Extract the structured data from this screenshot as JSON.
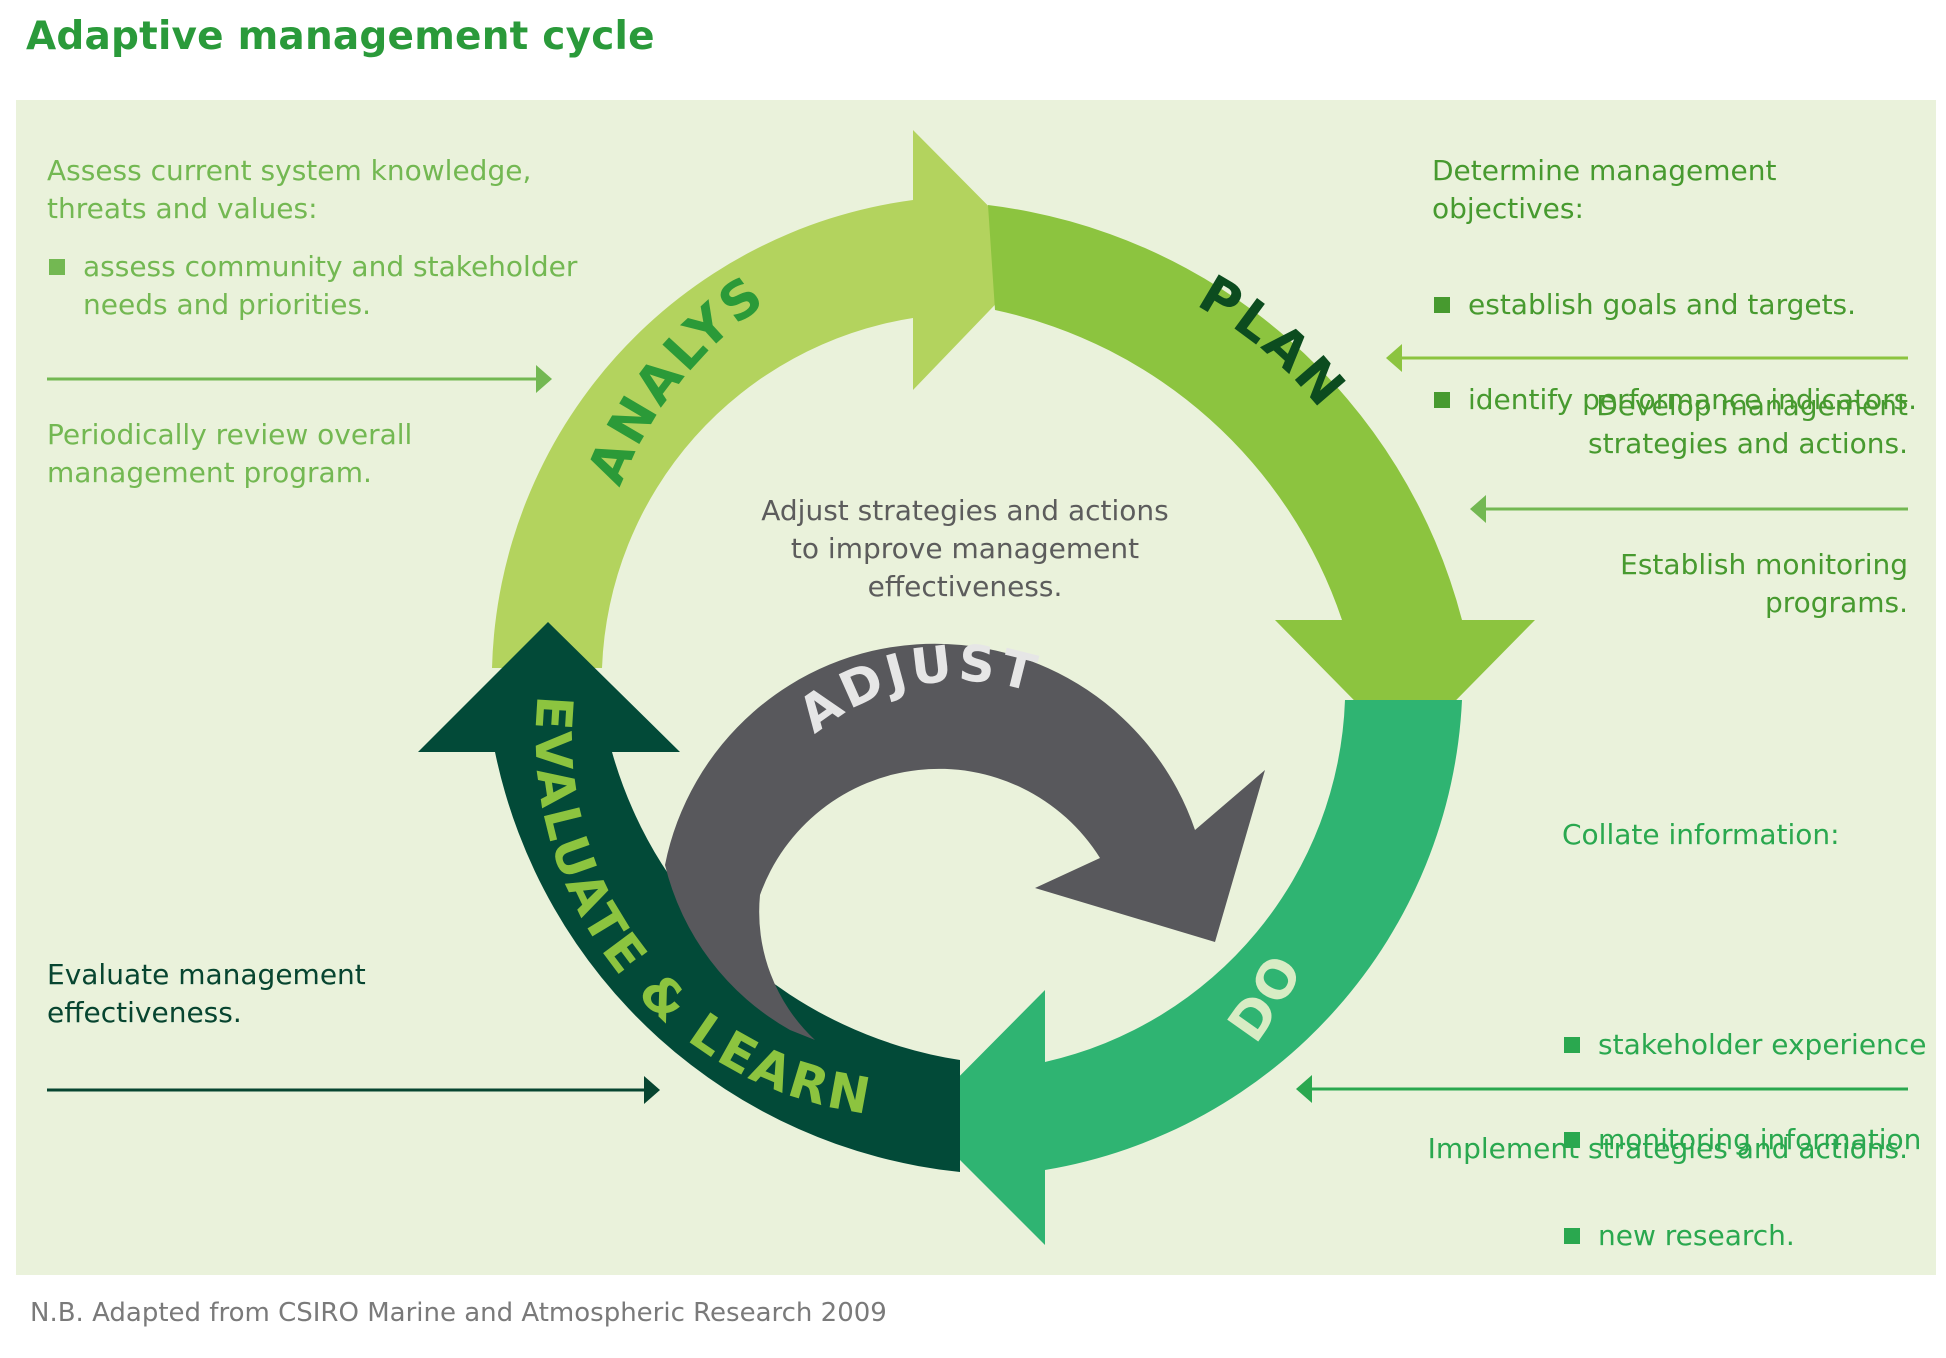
{
  "title": "Adaptive management cycle",
  "footer": "N.B. Adapted from CSIRO Marine and Atmospheric Research 2009",
  "colors": {
    "analyse": "#b3d35e",
    "plan": "#8cc43f",
    "do": "#2fb472",
    "evaluate": "#024a38",
    "adjust": "#58585c",
    "panel": "#eaf2db",
    "title": "#2a9a3a"
  },
  "cycle": {
    "analyse": "ANALYSE",
    "plan": "PLAN",
    "do": "DO",
    "evaluate": "EVALUATE & LEARN",
    "adjust": "ADJUST"
  },
  "center_note": [
    "Adjust strategies and actions",
    "to improve management",
    "effectiveness."
  ],
  "left": {
    "assess_heading": [
      "Assess current system knowledge,",
      "threats and values:"
    ],
    "assess_bullet": [
      "assess community and stakeholder",
      "needs and priorities."
    ],
    "review": [
      "Periodically review overall",
      "management program."
    ],
    "evaluate": [
      "Evaluate management",
      "effectiveness."
    ]
  },
  "right": {
    "objectives_heading": "Determine management objectives:",
    "objectives_bullets": [
      "establish goals and targets.",
      "identify performance indicators."
    ],
    "develop": [
      "Develop management",
      "strategies and actions."
    ],
    "monitoring": [
      "Establish monitoring",
      "programs."
    ],
    "collate_heading": "Collate information:",
    "collate_bullets": [
      "stakeholder experience",
      "monitoring information",
      "new research."
    ],
    "implement": "Implement strategies and actions."
  }
}
